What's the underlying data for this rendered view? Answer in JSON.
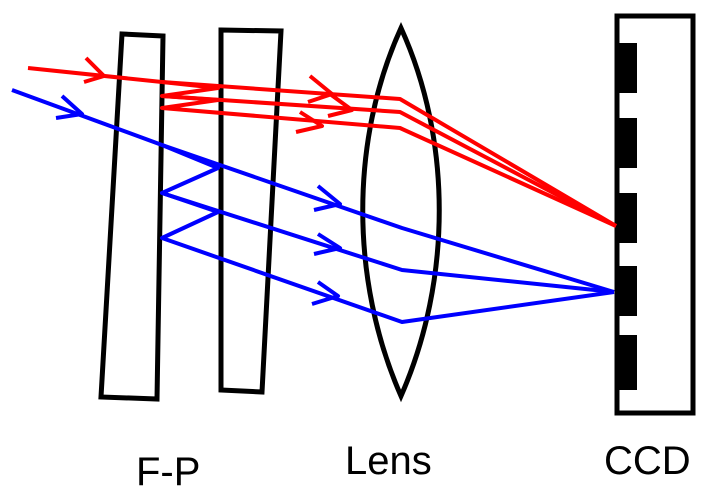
{
  "labels": {
    "fp": "F-P",
    "lens": "Lens",
    "ccd": "CCD"
  },
  "colors": {
    "red_beam": "#ff0000",
    "blue_beam": "#0000ff",
    "outline": "#000000",
    "pixel_fill": "#000000"
  }
}
